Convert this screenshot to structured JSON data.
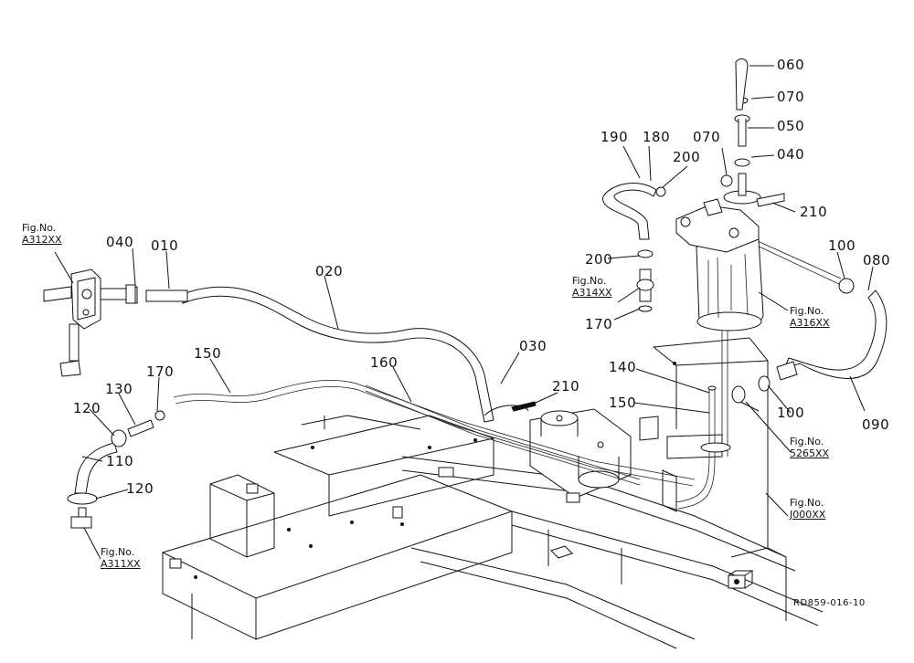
{
  "parts": [
    {
      "id": "p060",
      "label": "060"
    },
    {
      "id": "p070a",
      "label": "070"
    },
    {
      "id": "p050",
      "label": "050"
    },
    {
      "id": "p040a",
      "label": "040"
    },
    {
      "id": "p190",
      "label": "190"
    },
    {
      "id": "p180",
      "label": "180"
    },
    {
      "id": "p070b",
      "label": "070"
    },
    {
      "id": "p200a",
      "label": "200"
    },
    {
      "id": "p210a",
      "label": "210"
    },
    {
      "id": "p040b",
      "label": "040"
    },
    {
      "id": "p010",
      "label": "010"
    },
    {
      "id": "p020",
      "label": "020"
    },
    {
      "id": "p100a",
      "label": "100"
    },
    {
      "id": "p080",
      "label": "080"
    },
    {
      "id": "p200b",
      "label": "200"
    },
    {
      "id": "p170a",
      "label": "170"
    },
    {
      "id": "p030",
      "label": "030"
    },
    {
      "id": "p150a",
      "label": "150"
    },
    {
      "id": "p160",
      "label": "160"
    },
    {
      "id": "p170b",
      "label": "170"
    },
    {
      "id": "p130",
      "label": "130"
    },
    {
      "id": "p120a",
      "label": "120"
    },
    {
      "id": "p140",
      "label": "140"
    },
    {
      "id": "p210b",
      "label": "210"
    },
    {
      "id": "p150b",
      "label": "150"
    },
    {
      "id": "p100b",
      "label": "100"
    },
    {
      "id": "p090",
      "label": "090"
    },
    {
      "id": "p110",
      "label": "110"
    },
    {
      "id": "p120b",
      "label": "120"
    }
  ],
  "figure_refs": [
    {
      "id": "a312",
      "prefix": "Fig.No.",
      "code": "A312XX"
    },
    {
      "id": "a314",
      "prefix": "Fig.No.",
      "code": "A314XX"
    },
    {
      "id": "a316",
      "prefix": "Fig.No.",
      "code": "A316XX"
    },
    {
      "id": "f5265",
      "prefix": "Fig.No.",
      "code": "5265XX"
    },
    {
      "id": "j000",
      "prefix": "Fig.No.",
      "code": "J000XX"
    },
    {
      "id": "a311",
      "prefix": "Fig.No.",
      "code": "A311XX"
    }
  ],
  "drawing_id": "RD859-016-10"
}
